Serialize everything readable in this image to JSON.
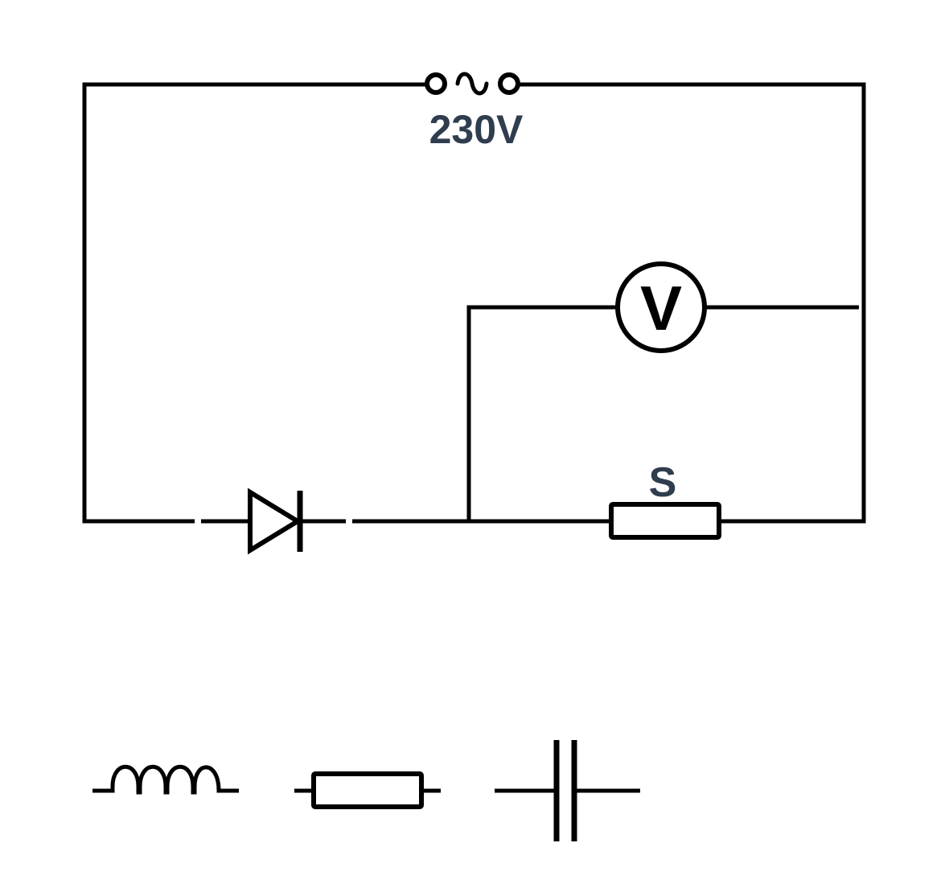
{
  "source": {
    "symbol": "∿",
    "label": "230V"
  },
  "voltmeter": {
    "label": "V"
  },
  "component": {
    "label": "S"
  },
  "colors": {
    "wire": "#000000",
    "label": "#2f3d4e"
  },
  "candidates": [
    "inductor",
    "resistor",
    "capacitor"
  ]
}
